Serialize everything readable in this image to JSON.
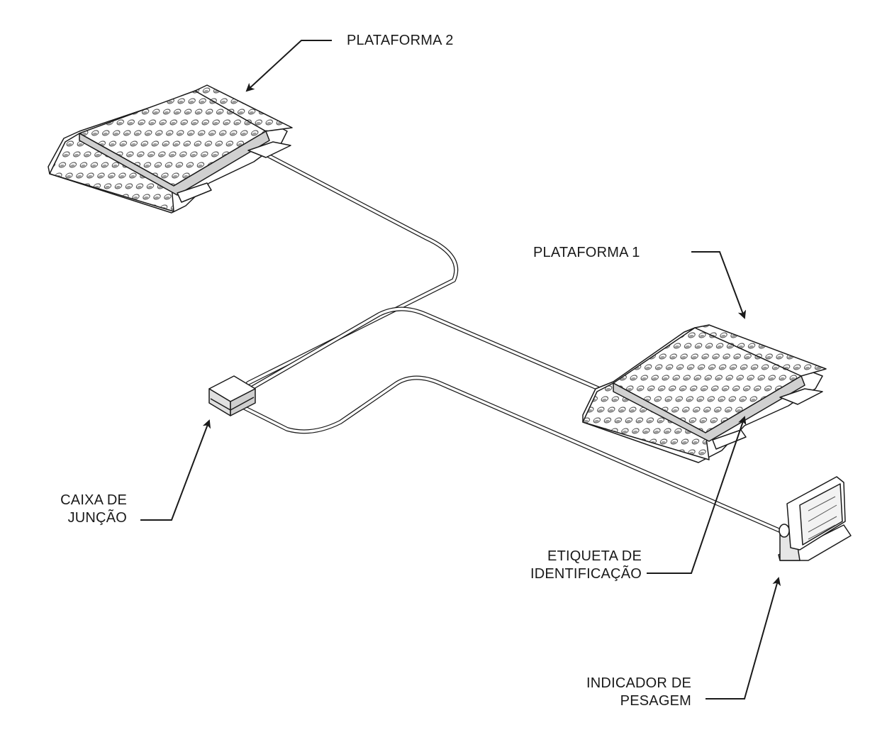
{
  "labels": {
    "platform2": "PLATAFORMA 2",
    "platform1": "PLATAFORMA 1",
    "junction_box": [
      "CAIXA DE",
      "JUNÇÃO"
    ],
    "id_label": [
      "ETIQUETA DE",
      "IDENTIFICAÇÃO"
    ],
    "weighing_indicator": [
      "INDICADOR DE",
      "PESAGEM"
    ]
  },
  "colors": {
    "line": "#1a1a1a",
    "fill": "#ffffff",
    "shade": "#bfbfbf"
  }
}
